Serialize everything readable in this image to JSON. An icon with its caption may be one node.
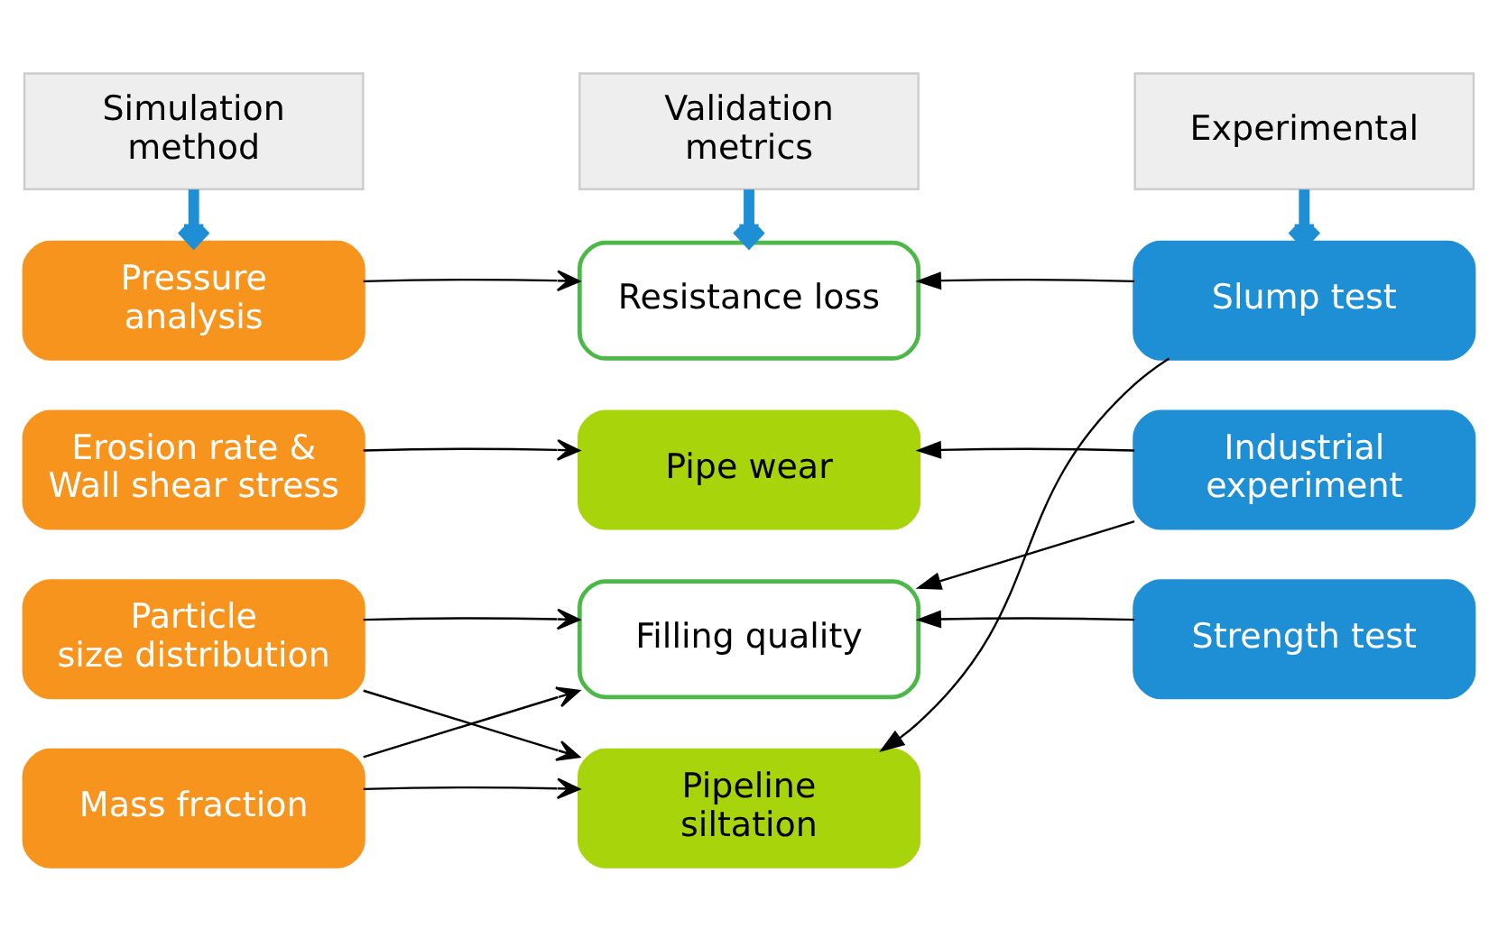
{
  "diagram": {
    "nodes": [
      {
        "text": [
          "Simulation method"
        ]
      },
      {
        "text": [
          "Validation metrics"
        ]
      },
      {
        "text": [
          "Experimental"
        ]
      },
      {
        "text": [
          "Pressure analysis"
        ]
      },
      {
        "text": [
          "Erosion rate & Wall shear stress"
        ]
      },
      {
        "text": [
          "Particle size distribution"
        ]
      },
      {
        "text": [
          "Mass fraction"
        ]
      },
      {
        "text": [
          "Resistance loss"
        ]
      },
      {
        "text": [
          "Pipe wear"
        ]
      },
      {
        "text": [
          "Filling quality"
        ]
      },
      {
        "text": [
          "Pipeline siltation"
        ]
      },
      {
        "text": [
          "Slump test"
        ]
      },
      {
        "text": [
          "Industrial experiment"
        ]
      },
      {
        "text": [
          "Strength test"
        ]
      }
    ],
    "edges": [
      {
        "from": 0,
        "to": 3,
        "arrow": "to",
        "style": "thick",
        "color": "#1e8fd5"
      },
      {
        "from": 1,
        "to": 7,
        "arrow": "to",
        "style": "thick",
        "color": "#1e8fd5"
      },
      {
        "from": 2,
        "to": 11,
        "arrow": "to",
        "style": "thick",
        "color": "#1e8fd5"
      },
      {
        "from": 3,
        "to": 7,
        "arrow": "to"
      },
      {
        "from": 4,
        "to": 8,
        "arrow": "to"
      },
      {
        "from": 5,
        "to": 9,
        "arrow": "to"
      },
      {
        "from": 5,
        "to": 10,
        "arrow": "to"
      },
      {
        "from": 6,
        "to": 9,
        "arrow": "to"
      },
      {
        "from": 6,
        "to": 10,
        "arrow": "to"
      },
      {
        "from": 11,
        "to": 7,
        "arrow": "to"
      },
      {
        "from": 11,
        "to": 10,
        "arrow": "to"
      },
      {
        "from": 12,
        "to": 8,
        "arrow": "to"
      },
      {
        "from": 12,
        "to": 9,
        "arrow": "to"
      },
      {
        "from": 13,
        "to": 9,
        "arrow": "to"
      }
    ]
  }
}
